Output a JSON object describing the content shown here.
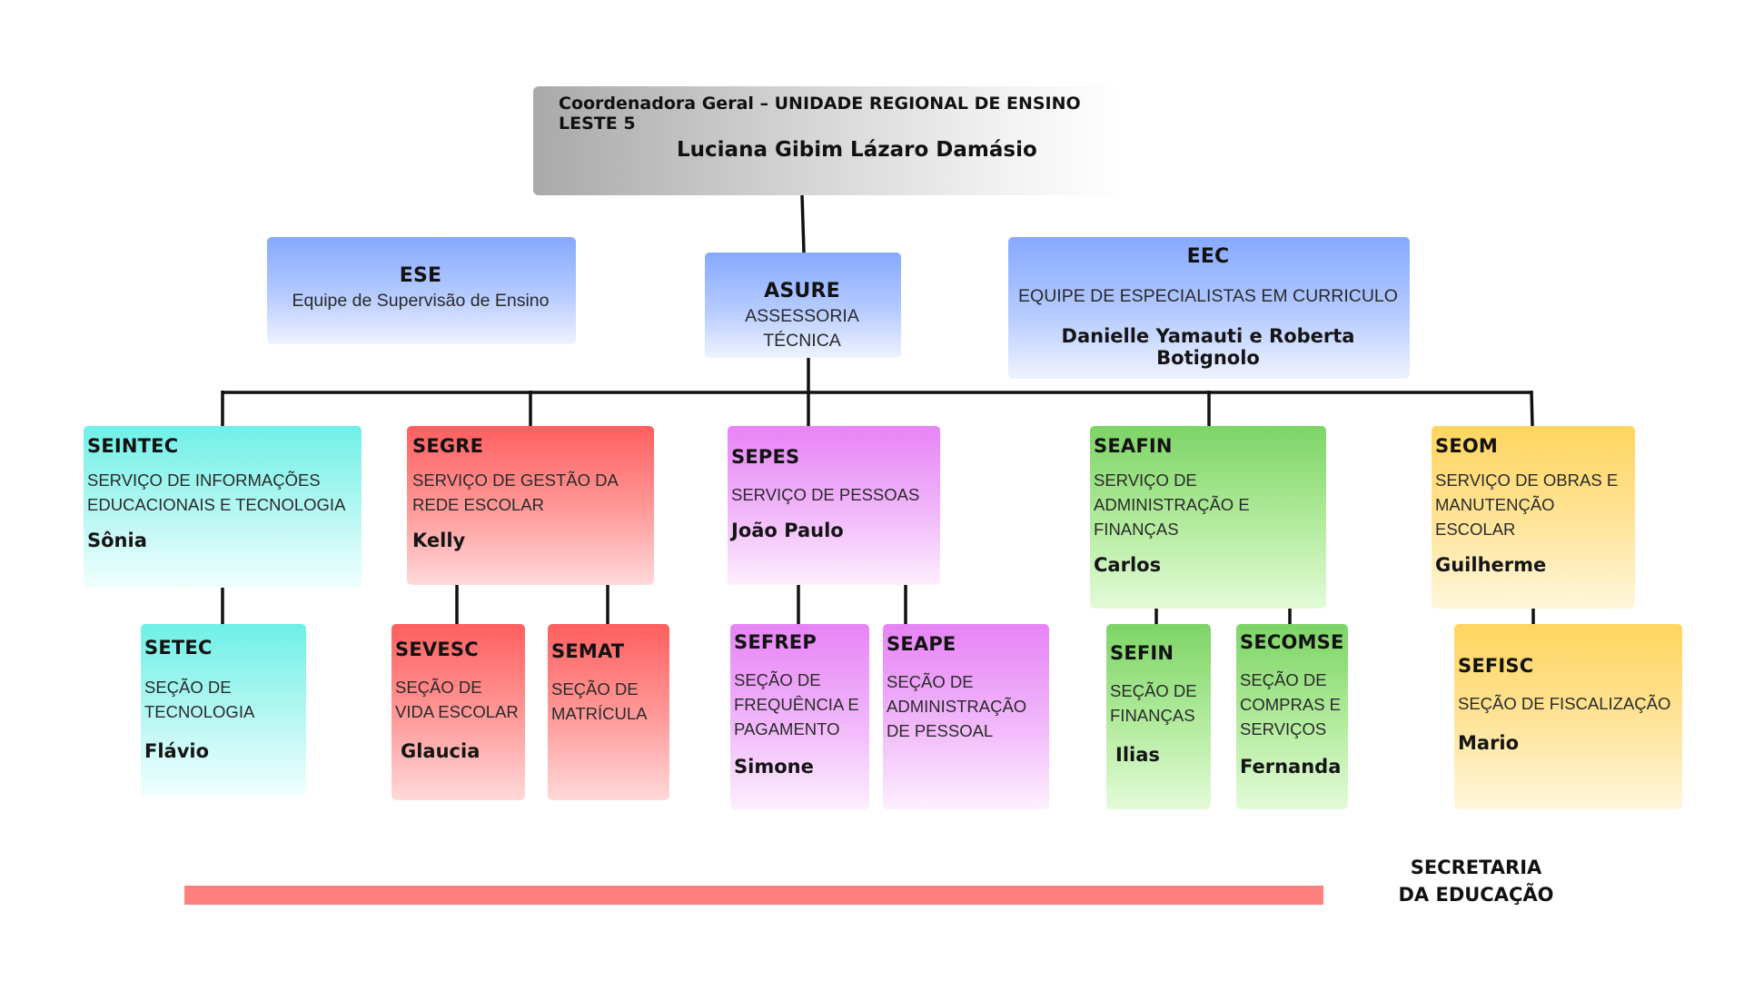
{
  "top": {
    "role": "Coordenadora Geral – UNIDADE REGIONAL DE ENSINO LESTE 5",
    "person": "Luciana Gibim Lázaro Damásio"
  },
  "support": {
    "ese": {
      "code": "ESE",
      "desc": "Equipe de Supervisão de Ensino"
    },
    "asure": {
      "code": "ASURE",
      "desc": "ASSESSORIA  TÉCNICA"
    },
    "eec": {
      "code": "EEC",
      "desc": "EQUIPE DE ESPECIALISTAS EM CURRICULO",
      "person": "Danielle Yamauti e Roberta Botignolo"
    }
  },
  "services": {
    "seintec": {
      "code": "SEINTEC",
      "desc": [
        "SERVIÇO DE INFORMAÇÕES",
        "EDUCACIONAIS E TECNOLOGIA"
      ],
      "person": "Sônia"
    },
    "segre": {
      "code": "SEGRE",
      "desc": [
        "SERVIÇO DE GESTÃO DA",
        "REDE ESCOLAR"
      ],
      "person": "Kelly"
    },
    "sepes": {
      "code": "SEPES",
      "desc": [
        "SERVIÇO DE PESSOAS"
      ],
      "person": "João Paulo"
    },
    "seafin": {
      "code": "SEAFIN",
      "desc": [
        "SERVIÇO DE",
        "ADMINISTRAÇÃO E",
        "FINANÇAS"
      ],
      "person": "Carlos"
    },
    "seom": {
      "code": "SEOM",
      "desc": [
        "SERVIÇO DE OBRAS E",
        "MANUTENÇÃO",
        "ESCOLAR"
      ],
      "person": "Guilherme"
    }
  },
  "sections": {
    "setec": {
      "code": "SETEC",
      "desc": [
        "SEÇÃO DE",
        "TECNOLOGIA"
      ],
      "person": "Flávio"
    },
    "sevesc": {
      "code": "SEVESC",
      "desc": [
        "SEÇÃO DE",
        "VIDA ESCOLAR"
      ],
      "person": "Glaucia"
    },
    "semat": {
      "code": "SEMAT",
      "desc": [
        "SEÇÃO DE",
        "MATRÍCULA"
      ],
      "person": ""
    },
    "sefrep": {
      "code": "SEFREP",
      "desc": [
        "SEÇÃO DE",
        "FREQUÊNCIA E",
        "PAGAMENTO"
      ],
      "person": "Simone"
    },
    "seape": {
      "code": "SEAPE",
      "desc": [
        "SEÇÃO DE",
        "ADMINISTRAÇÃO",
        "DE PESSOAL"
      ],
      "person": ""
    },
    "sefin": {
      "code": "SEFIN",
      "desc": [
        "SEÇÃO  DE",
        "FINANÇAS"
      ],
      "person": "Ilias"
    },
    "secomse": {
      "code": "SECOMSE",
      "desc": [
        "SEÇÃO  DE",
        "COMPRAS  E",
        "SERVIÇOS"
      ],
      "person": "Fernanda"
    },
    "sefisc": {
      "code": "SEFISC",
      "desc": [
        "SEÇÃO DE FISCALIZAÇÃO"
      ],
      "person": "Mario"
    }
  },
  "footer": {
    "line1": "SECRETARIA",
    "line2": "DA EDUCAÇÃO"
  }
}
